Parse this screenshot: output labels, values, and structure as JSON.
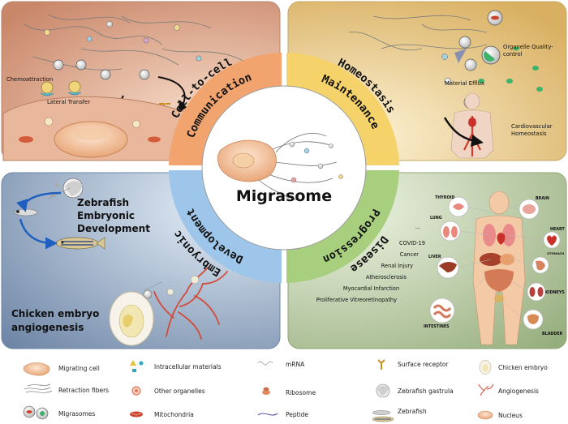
{
  "center": {
    "title": "Migrasome"
  },
  "arcs": {
    "cell_comm": [
      "Cell-to-cell",
      "Communication"
    ],
    "homeostasis": [
      "Homeostasis",
      "Maintenance"
    ],
    "embryonic": [
      "Embryonic",
      "Development"
    ],
    "disease": [
      "Disease",
      "Progression"
    ]
  },
  "top_left": {
    "chemoattraction": "Chemoattraction",
    "lateral_transfer": "Lateral Transfer"
  },
  "top_right": {
    "organelle_qc": [
      "Organelle Quality-",
      "control"
    ],
    "material_efflux": "Material Efflux",
    "cardiovascular": [
      "Cardiovascular",
      "Homeostasis"
    ]
  },
  "bottom_left": {
    "zebrafish": [
      "Zebrafish",
      "Embryonic",
      "Development"
    ],
    "chicken": [
      "Chicken embryo",
      "angiogenesis"
    ]
  },
  "bottom_right": {
    "diseases": [
      "COVID-19",
      "Cancer",
      "Renal Injury",
      "Atherosclerosis",
      "Myocardial Infarction",
      "Proliferative Vitreoretinopathy"
    ],
    "ellipsis": "...",
    "organs": {
      "thyroid": "THYROID",
      "brain": "BRAIN",
      "lung": "LUNG",
      "heart": "HEART",
      "stomach": "STOMACH",
      "liver": "LIVER",
      "kidneys": "KIDNEYS",
      "intestines": "INTESTINES",
      "bladder": "BLADDER"
    }
  },
  "legend": {
    "col1": [
      "Migrating cell",
      "Retraction fibers",
      "Migrasomes"
    ],
    "col2": [
      "Intracellular materials",
      "Other organelles",
      "Mitochondria"
    ],
    "col3": [
      "mRNA",
      "Ribosome",
      "Peptide"
    ],
    "col4": [
      "Surface receptor",
      "Zebrafish gastrula",
      "Zebrafish"
    ],
    "col5": [
      "Chicken embryo",
      "Angiogenesis",
      "Nucleus"
    ]
  },
  "colors": {
    "top_left": "#f3c39e",
    "top_right": "#fbe3a3",
    "bottom_left": "#b9d3ec",
    "bottom_right": "#cfe0b8",
    "arc_orange": "#f2a46f",
    "arc_yellow": "#f6d36a",
    "arc_blue": "#9ec6ea",
    "arc_green": "#a8cf7e"
  }
}
